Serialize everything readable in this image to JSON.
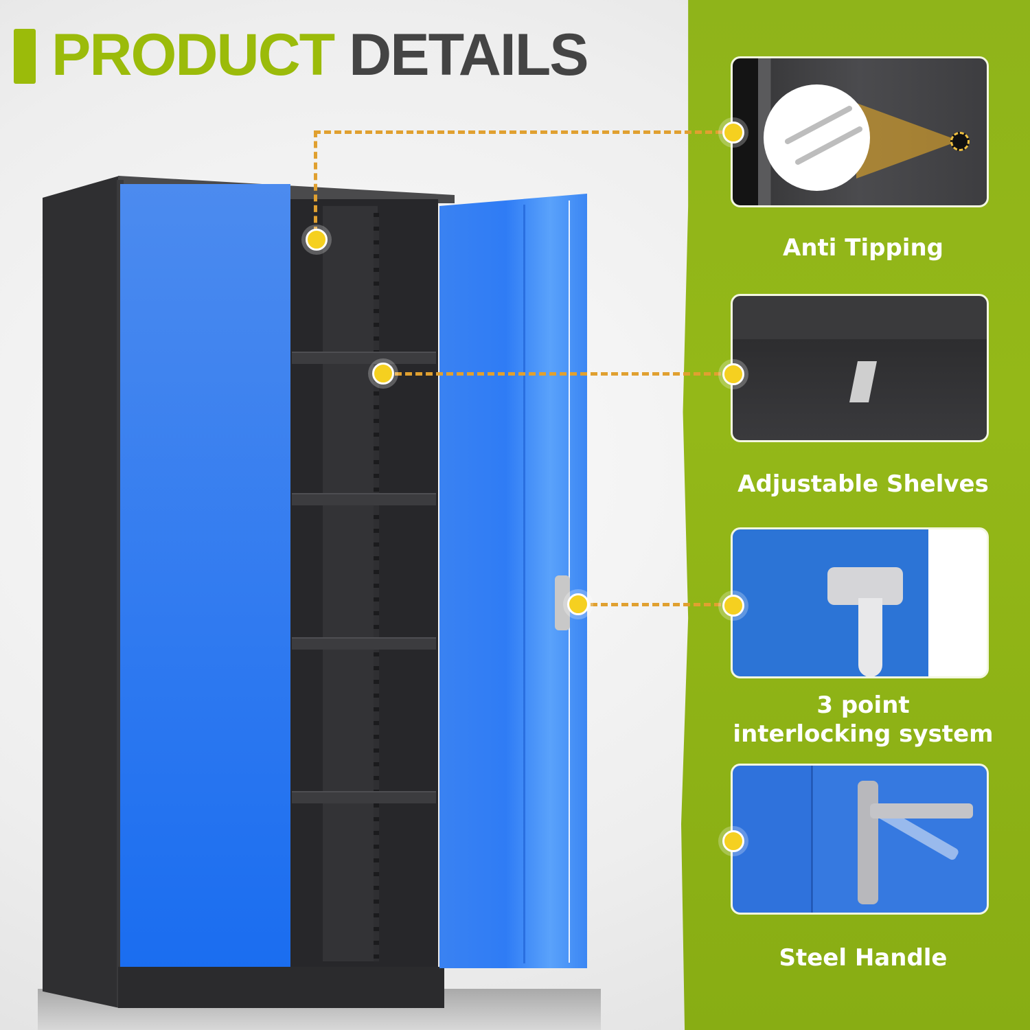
{
  "header": {
    "title_highlight": "PRODUCT",
    "title_rest": "DETAILS"
  },
  "colors": {
    "accent_green": "#9bbb0a",
    "title_dark": "#444444",
    "cabinet_blue": "#2f7cf5",
    "cabinet_black": "#2b2b2d",
    "connector_orange": "#e0a030",
    "callout_dot": "#f5d020"
  },
  "features": [
    {
      "label": "Anti Tipping",
      "icon": "anchor-screw-icon"
    },
    {
      "label": "Adjustable Shelves",
      "icon": "shelf-clip-icon"
    },
    {
      "label": "3 point interlocking system",
      "label_line1": "3 point",
      "label_line2": "interlocking system",
      "icon": "latch-icon"
    },
    {
      "label": "Steel Handle",
      "icon": "handle-icon"
    }
  ],
  "product": {
    "shelf_count": 4,
    "door_count": 2
  }
}
